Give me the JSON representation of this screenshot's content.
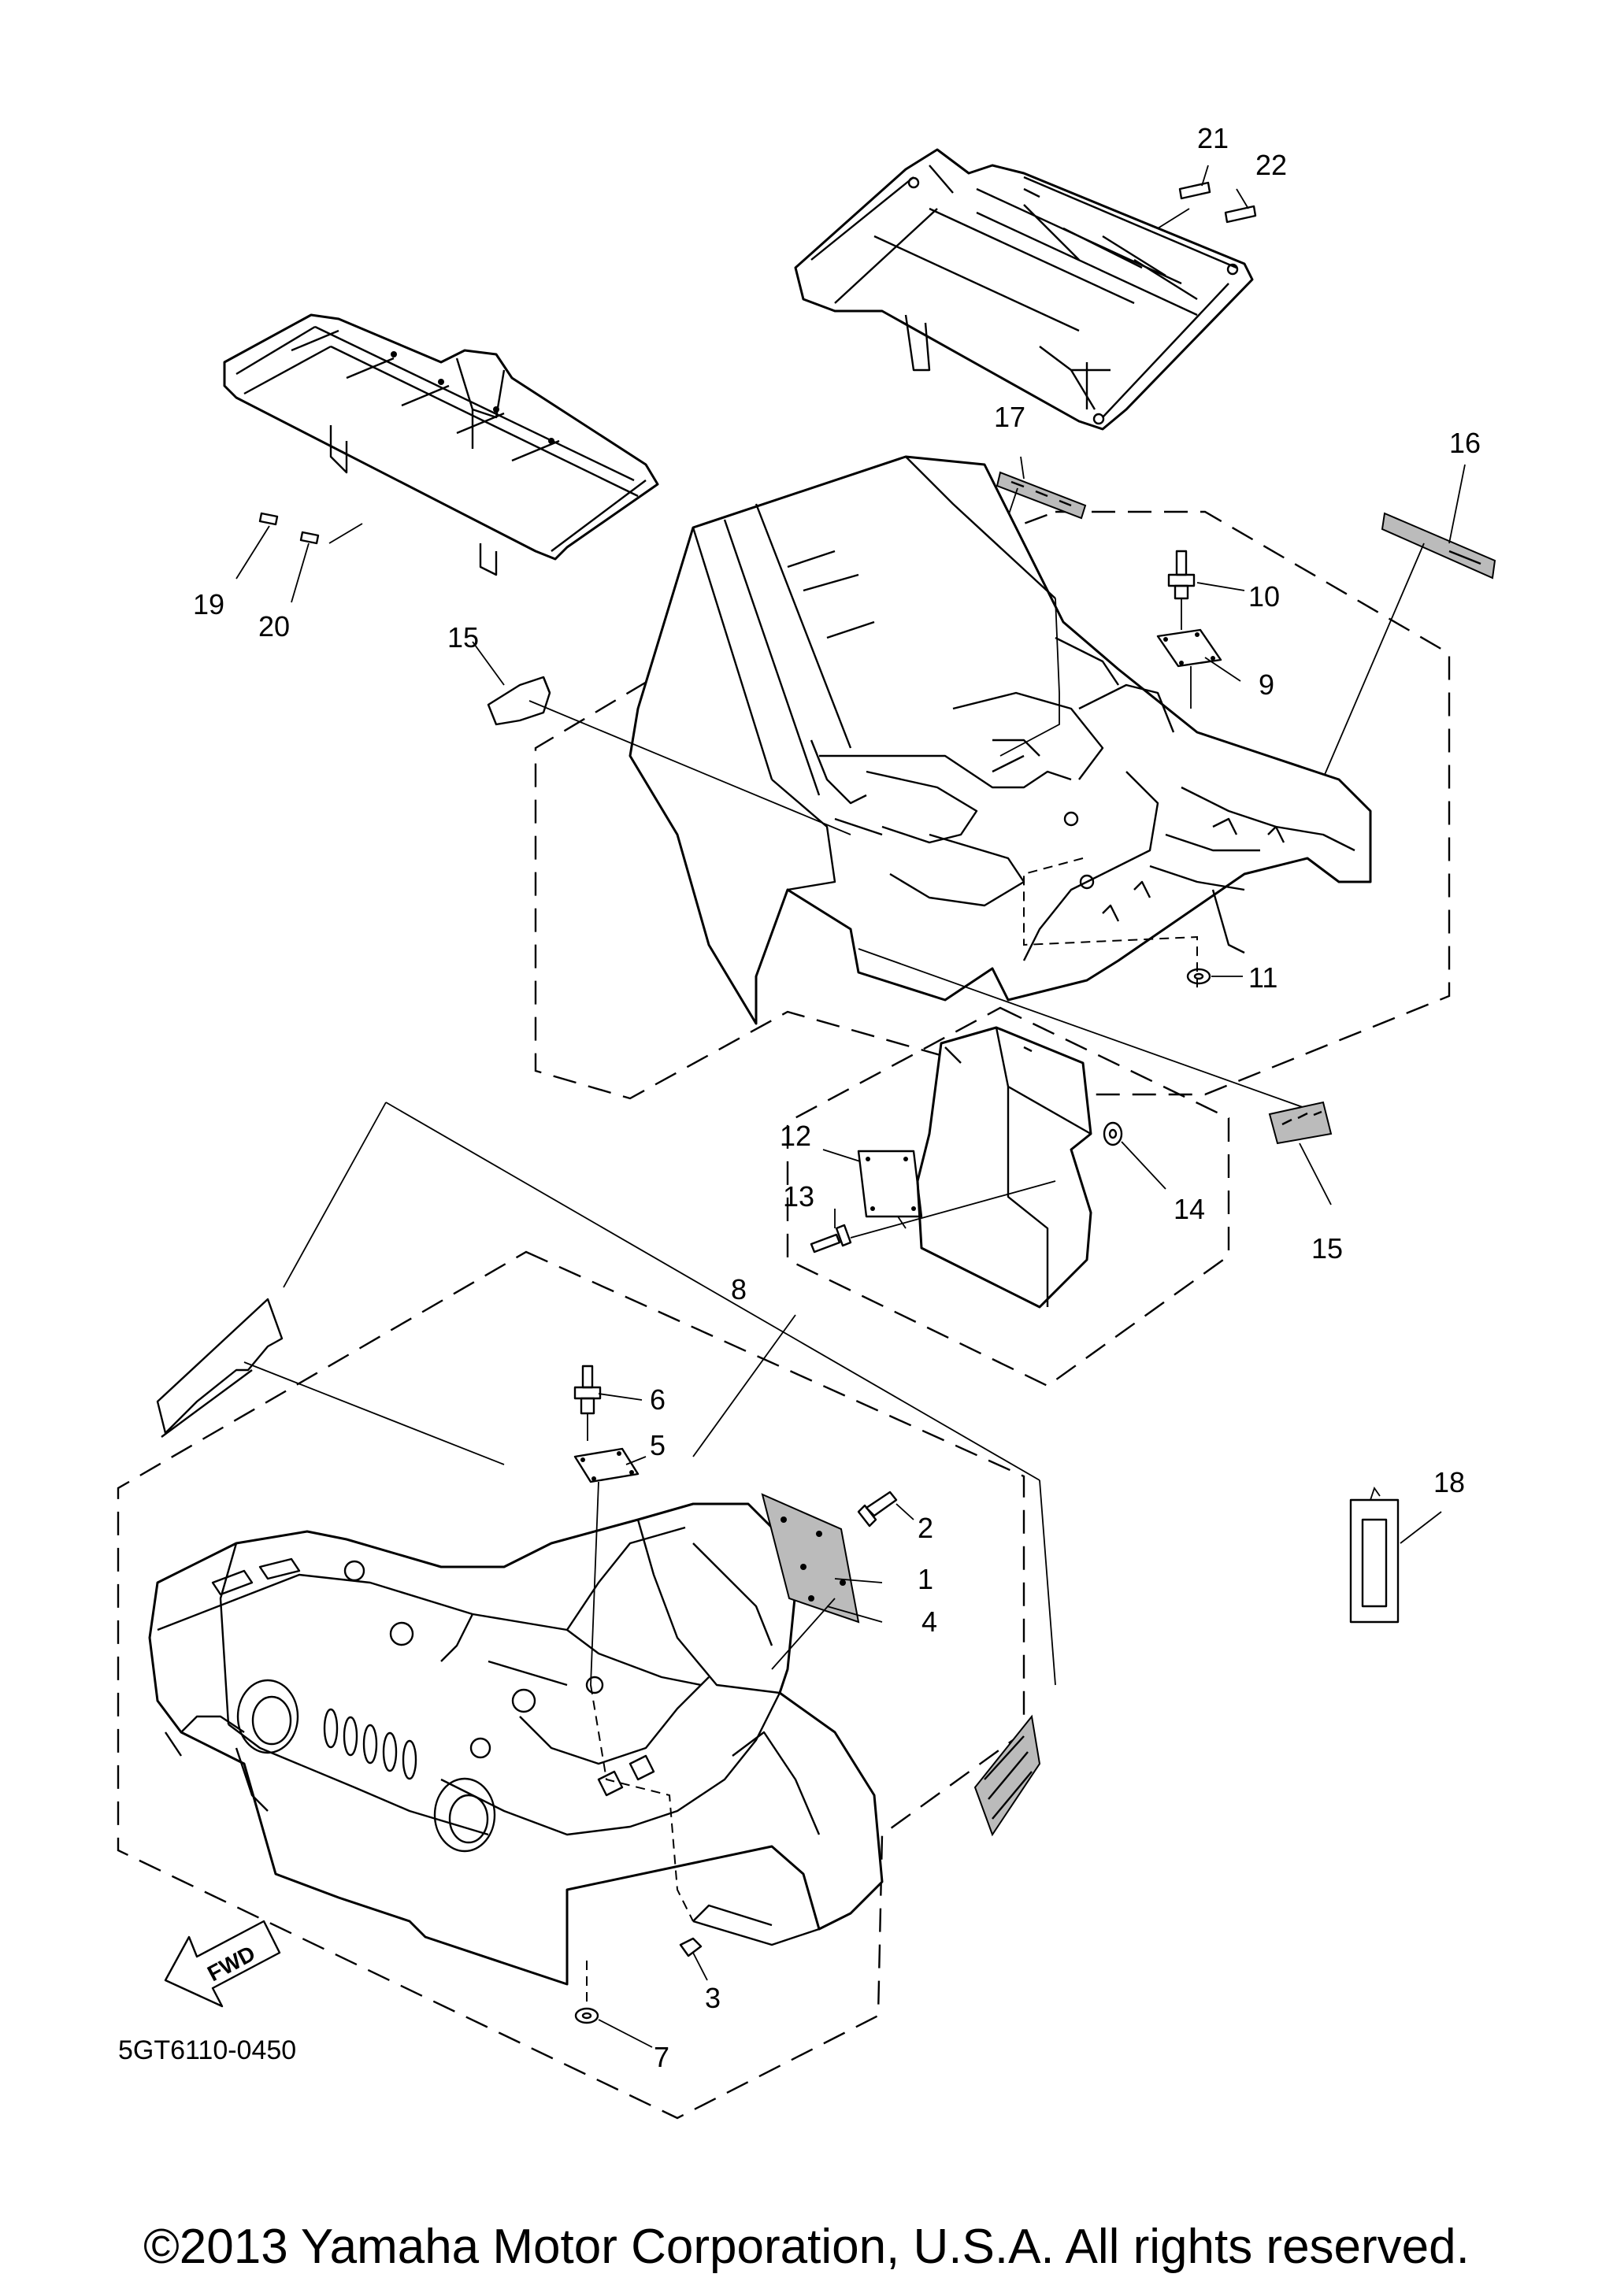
{
  "diagram_code": "5GT6110-0450",
  "fwd_label": "FWD",
  "copyright": "©2013 Yamaha Motor Corporation, U.S.A. All rights reserved.",
  "callouts": {
    "n1": "1",
    "n2": "2",
    "n3": "3",
    "n4": "4",
    "n5": "5",
    "n6": "6",
    "n7": "7",
    "n8": "8",
    "n9": "9",
    "n10": "10",
    "n11": "11",
    "n12": "12",
    "n13": "13",
    "n14": "14",
    "n15a": "15",
    "n15b": "15",
    "n16": "16",
    "n17": "17",
    "n18": "18",
    "n19": "19",
    "n20": "20",
    "n21": "21",
    "n22": "22"
  }
}
